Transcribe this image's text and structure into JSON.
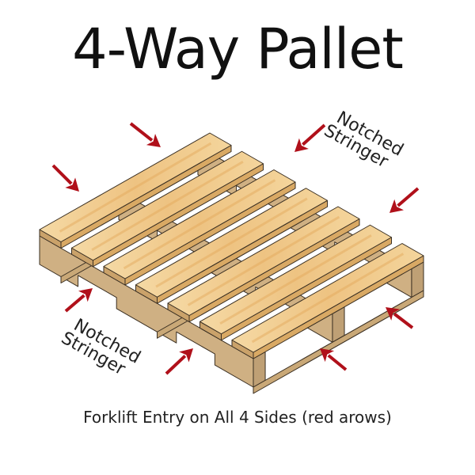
{
  "title": "4-Way Pallet",
  "caption": "Forklift Entry on All 4 Sides (red arows)",
  "labels": {
    "top_right": {
      "line1": "Notched",
      "line2": "Stringer"
    },
    "bottom_left": {
      "line1": "Notched",
      "line2": "Stringer"
    }
  },
  "diagram": {
    "subject": "4-way wooden pallet, isometric view",
    "top_deck_boards": 7,
    "stringers": 3,
    "bottom_deck_boards": 3,
    "arrow_count": 8,
    "arrow_icon": "red-arrow-icon",
    "colors": {
      "arrow": "#b0101a",
      "wood_light": "#f3d49a",
      "wood_mid": "#e8bb74",
      "wood_side": "#cfb083",
      "wood_dark": "#8a7350",
      "outline": "#3a2f22"
    }
  }
}
